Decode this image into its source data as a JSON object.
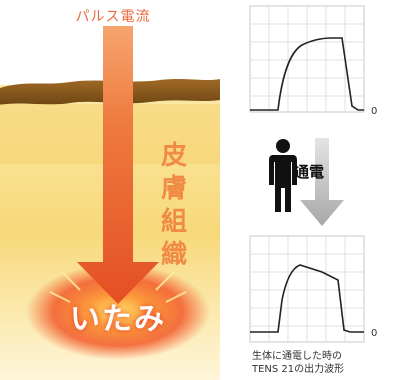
{
  "left_panel": {
    "pulse_label": "パルス電流",
    "skin_label": [
      "皮",
      "膚",
      "組",
      "織"
    ],
    "pain_label": "いたみ"
  },
  "right_panel": {
    "current_label": "通電",
    "zero_label_top": "0",
    "zero_label_bottom": "0",
    "caption_line1": "生体に通電した時の",
    "caption_line2": "TENS 21の出力波形"
  },
  "colors": {
    "arrow": "#ea5a2c",
    "skin_top": "#8a5a20",
    "tissue": "#f6d985",
    "gray_arrow": "#b5b5b5",
    "grid": "#c8c8c8"
  },
  "icons": {
    "person": "person-silhouette-icon"
  }
}
